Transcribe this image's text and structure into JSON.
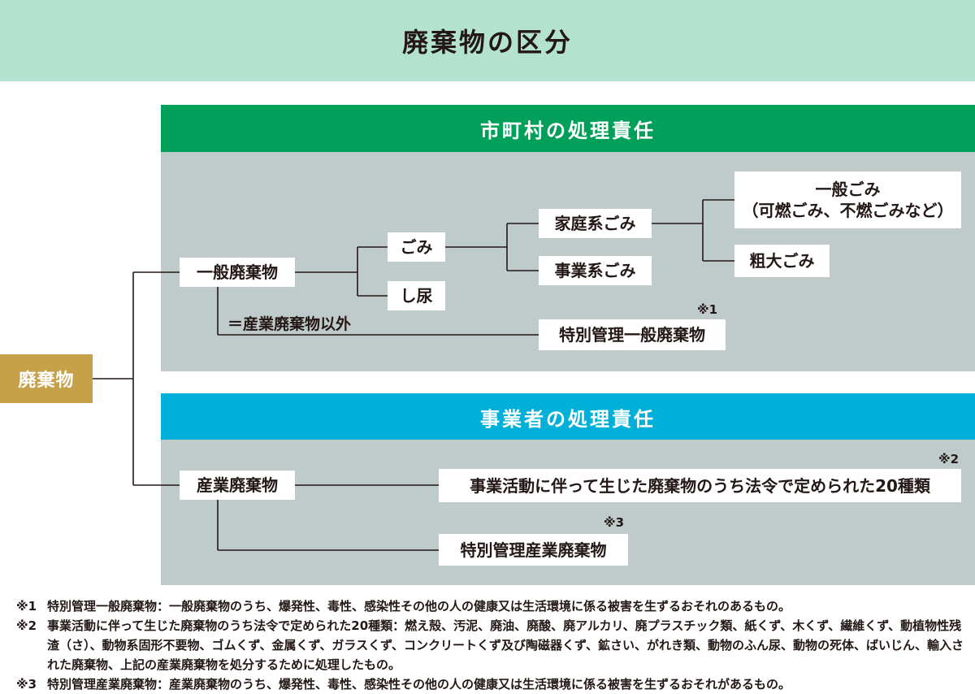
{
  "title": "廃棄物の区分",
  "colors": {
    "title_bg": "#b3e2d1",
    "municipal_band": "#00a05a",
    "business_band": "#00b0d8",
    "panel_bg": "#bfcaca",
    "root_bg": "#c7a04a"
  },
  "root": "廃棄物",
  "municipal": {
    "header": "市町村の処理責任",
    "general_waste": "一般廃棄物",
    "garbage": "ごみ",
    "night_soil": "し尿",
    "household": "家庭系ごみ",
    "business": "事業系ごみ",
    "general_garbage_line1": "一般ごみ",
    "general_garbage_line2": "（可燃ごみ、不燃ごみなど）",
    "bulky": "粗大ごみ",
    "except_industrial": "＝産業廃棄物以外",
    "special_general": "特別管理一般廃棄物",
    "note_mark_1": "※1"
  },
  "business": {
    "header": "事業者の処理責任",
    "industrial_waste": "産業廃棄物",
    "twenty_types": "事業活動に伴って生じた廃棄物のうち法令で定められた20種類",
    "special_industrial": "特別管理産業廃棄物",
    "note_mark_2": "※2",
    "note_mark_3": "※3"
  },
  "notes": [
    {
      "id": "※1",
      "text": "特別管理一般廃棄物：一般廃棄物のうち、爆発性、毒性、感染性その他の人の健康又は生活環境に係る被害を生ずるおそれのあるもの。"
    },
    {
      "id": "※2",
      "text": "事業活動に伴って生じた廃棄物のうち法令で定められた20種類：燃え殻、汚泥、廃油、廃酸、廃アルカリ、廃プラスチック類、紙くず、木くず、繊維くず、動植物性残渣（さ）、動物系固形不要物、ゴムくず、金属くず、ガラスくず、コンクリートくず及び陶磁器くず、鉱さい、がれき類、動物のふん尿、動物の死体、ばいじん、輸入された廃棄物、上記の産業廃棄物を処分するために処理したもの。"
    },
    {
      "id": "※3",
      "text": "特別管理産業廃棄物：産業廃棄物のうち、爆発性、毒性、感染性その他の人の健康又は生活環境に係る被害を生ずるおそれがあるもの。"
    }
  ]
}
